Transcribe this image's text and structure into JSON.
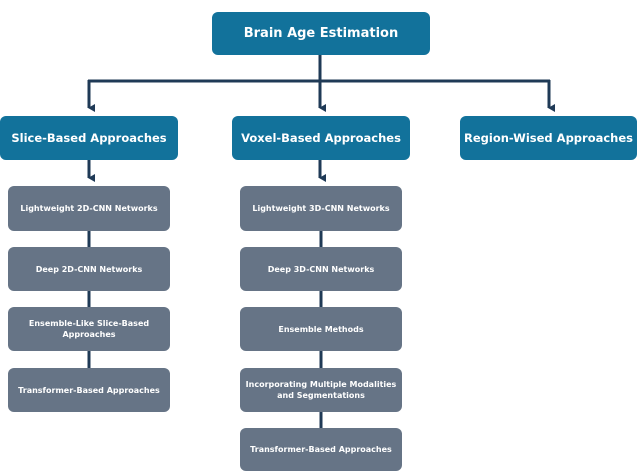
{
  "root": {
    "label": "Brain Age Estimation"
  },
  "categories": [
    {
      "label": "Slice-Based Approaches",
      "items": [
        "Lightweight 2D-CNN Networks",
        "Deep 2D-CNN Networks",
        "Ensemble-Like Slice-Based Approaches",
        "Transformer-Based Approaches"
      ]
    },
    {
      "label": "Voxel-Based Approaches",
      "items": [
        "Lightweight 3D-CNN Networks",
        "Deep 3D-CNN Networks",
        "Ensemble Methods",
        "Incorporating Multiple Modalities and Segmentations",
        "Transformer-Based Approaches"
      ]
    },
    {
      "label": "Region-Wised Approaches",
      "items": []
    }
  ],
  "colors": {
    "primary": "#12729b",
    "secondary": "#667486",
    "connector": "#1f3a56"
  }
}
